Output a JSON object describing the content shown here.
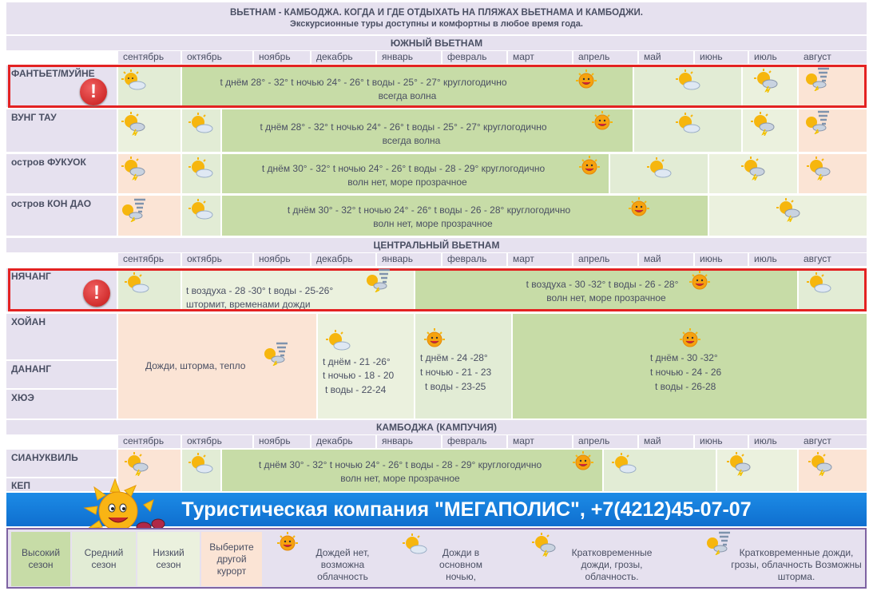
{
  "header": {
    "title": "ВЬЕТНАМ  - КАМБОДЖА. КОГДА И ГДЕ ОТДЫХАТЬ НА ПЛЯЖАХ ВЬЕТНАМА И КАМБОДЖИ.",
    "subtitle": "Экскурсионные туры доступны и комфортны в любое время года."
  },
  "months": [
    "сентябрь",
    "октябрь",
    "ноябрь",
    "декабрь",
    "январь",
    "февраль",
    "март",
    "апрель",
    "май",
    "июнь",
    "июль",
    "август"
  ],
  "regions": {
    "south": "ЮЖНЫЙ ВЬЕТНАМ",
    "central": "ЦЕНТРАЛЬНЫЙ ВЬЕТНАМ",
    "cambodia": "КАМБОДЖА (КАМПУЧИЯ)"
  },
  "resorts": {
    "phanthiet": {
      "name": "ФАНТЬЕТ/МУЙНЕ",
      "line1": "t днём  28° - 32°   t ночью  24° - 26°   t воды - 25° - 27°  круглогодично",
      "line2": "всегда волна"
    },
    "vungtau": {
      "name": "ВУНГ ТАУ",
      "line1": "t днём  28° - 32°   t ночью  24° - 26° t воды - 25° - 27°  круглогодично",
      "line2": "всегда волна"
    },
    "phuquoc": {
      "name": "остров  ФУКУОК",
      "line1": "t днём  30° - 32°   t ночью  24° - 26°  t воды - 28 - 29°  круглогодично",
      "line2": "волн нет, море прозрачное"
    },
    "condao": {
      "name": "остров  КОН ДАО",
      "line1": "t днём  30° - 32°   t ночью  24° - 26°  t воды - 26 - 28°  круглогодично",
      "line2": "волн нет, море прозрачное"
    },
    "nhatrang": {
      "name": "НЯЧАНГ",
      "low1": "t воздуха - 28 -30°        t воды - 25-26°",
      "low2": "штормит, временами дожди",
      "high1": "t воздуха - 30 -32°      t воды - 26 - 28°",
      "high2": "волн нет, море прозрачное"
    },
    "hoian": {
      "name": "ХОЙАН"
    },
    "danang": {
      "name": "ДАНАНГ"
    },
    "hue": {
      "name": "ХЮЭ"
    },
    "central_text": {
      "rain": "Дожди, шторма, тепло",
      "mid_day": "t днём - 21 -26°",
      "mid_night": "t ночью - 18 - 20",
      "mid_water": "t воды - 22-24",
      "mid2_day": "t днём - 24 -28°",
      "mid2_night": "t ночью - 21 - 23",
      "mid2_water": "t воды - 23-25",
      "high_day": "t днём - 30 -32°",
      "high_night": "t ночью - 24 - 26",
      "high_water": "t воды - 26-28"
    },
    "sihanoukville": {
      "name": "СИАНУКВИЛЬ",
      "line1": "t днём  30° - 32°   t ночью  24° - 26°  t воды - 28 - 29°  круглогодично",
      "line2": "волн нет, море прозрачное"
    },
    "kep": {
      "name": "КЕП"
    }
  },
  "banner": {
    "text": "Туристическая компания \"МЕГАПОЛИС\", +7(4212)45-07-07"
  },
  "legend": {
    "high": "Высокий сезон",
    "mid": "Средний сезон",
    "low": "Низкий сезон",
    "other": "Выберите другой курорт",
    "sun": "Дождей нет, возможна облачность",
    "cloud": "Дожди в основном ночью,",
    "storm": "Кратковременные дожди, грозы, облачность.",
    "typhoon": "Кратковременные дожди, грозы, облачность  Возможны  шторма."
  },
  "colors": {
    "high_season": "#c7dca7",
    "mid_season": "#e2ecd5",
    "low_season": "#ebf1de",
    "other_resort": "#fbe4d5",
    "header_bg": "#e6e1ef",
    "highlight": "#e32222",
    "banner": "#1c8be6"
  },
  "icons": {
    "sun": "sun-face-icon",
    "cloud": "sun-cloud-icon",
    "storm": "sun-storm-icon",
    "typhoon": "tornado-storm-icon",
    "alert": "exclamation-alert-icon"
  }
}
